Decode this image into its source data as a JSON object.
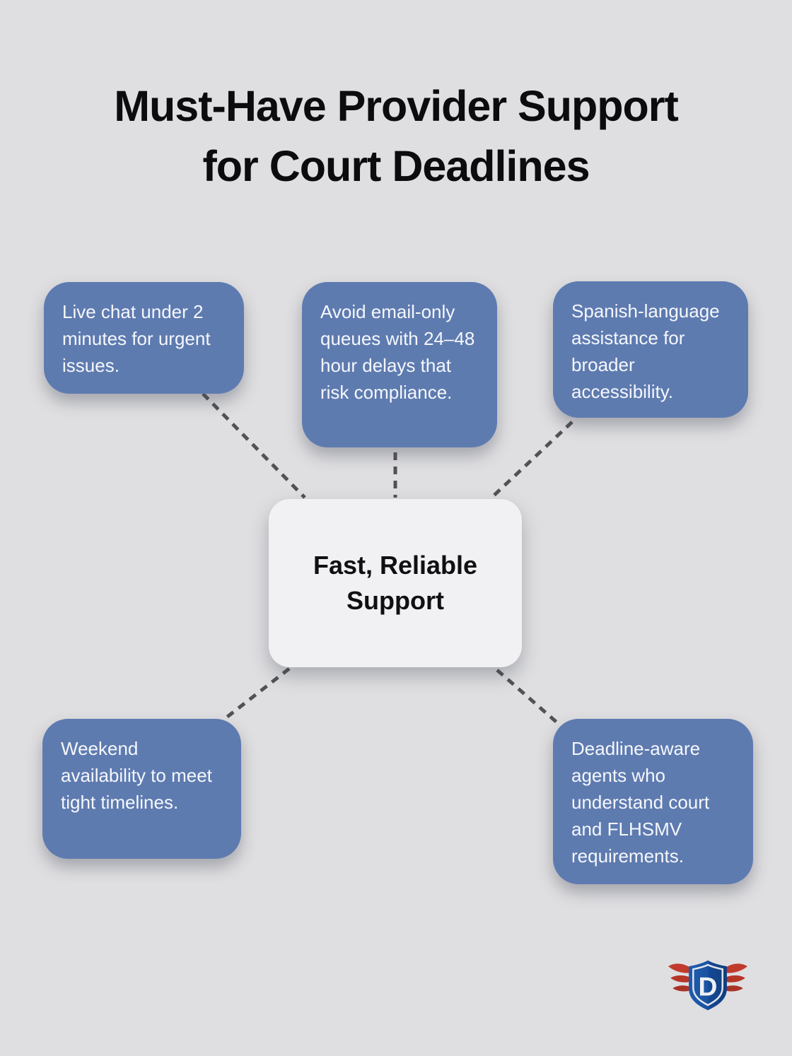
{
  "title": {
    "line1": "Must-Have Provider Support",
    "line2": "for Court Deadlines"
  },
  "center": {
    "label": "Fast, Reliable Support"
  },
  "nodes": [
    {
      "id": "top-left",
      "text": "Live chat under 2 minutes for urgent issues."
    },
    {
      "id": "top-middle",
      "text": "Avoid email-only queues with 24–48 hour delays that risk compliance."
    },
    {
      "id": "top-right",
      "text": "Spanish-language assistance for broader accessibility."
    },
    {
      "id": "bottom-left",
      "text": "Weekend availability to meet tight timelines."
    },
    {
      "id": "bottom-right",
      "text": "Deadline-aware agents who understand court and FLHSMV requirements."
    }
  ],
  "logo": {
    "letter": "D"
  },
  "colors": {
    "background": "#dfdfe1",
    "node_fill": "#5e7bb0",
    "node_text": "#f5f7fb",
    "center_fill": "#f1f1f4",
    "center_text": "#101013",
    "connector": "#515156",
    "title_text": "#0c0c0e",
    "logo_blue": "#1b53a3",
    "logo_blue_dark": "#113d7f",
    "logo_red": "#c13a2b",
    "logo_red_dark": "#a93226",
    "logo_outline": "#e2e6ec"
  }
}
